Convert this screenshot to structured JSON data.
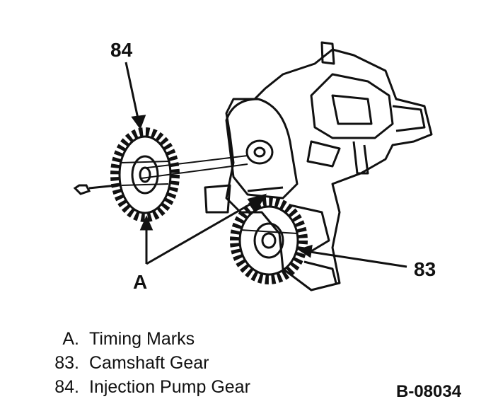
{
  "callouts": {
    "pump_gear": "84",
    "camshaft_gear": "83",
    "timing_marks": "A"
  },
  "legend": [
    {
      "key": "A.",
      "text": "Timing Marks"
    },
    {
      "key": "83.",
      "text": "Camshaft Gear"
    },
    {
      "key": "84.",
      "text": "Injection Pump Gear"
    }
  ],
  "figure_id": "B-08034"
}
